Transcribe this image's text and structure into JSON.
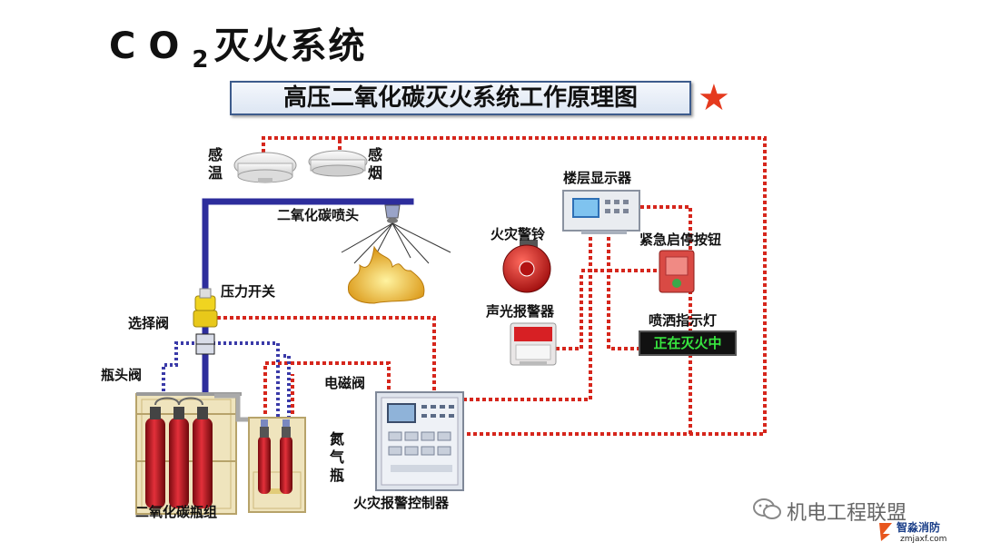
{
  "title": {
    "co": "CO",
    "sub": "2",
    "rest": "灭火系统"
  },
  "banner": "高压二氧化碳灭火系统工作原理图",
  "star": "★",
  "labels": {
    "heat": [
      "感",
      "温"
    ],
    "smoke": [
      "感",
      "烟"
    ],
    "nozzle": "二氧化碳喷头",
    "pressure_switch": "压力开关",
    "select_valve": "选择阀",
    "bottle_valve": "瓶头阀",
    "solenoid_valve": "电磁阀",
    "nitrogen": [
      "氮",
      "气",
      "瓶"
    ],
    "co2_bank": "二氧化碳瓶组",
    "controller": "火灾报警控制器",
    "floor_display": "楼层显示器",
    "bell": "火灾警铃",
    "estop": "紧急启停按钮",
    "strobe": "声光报警器",
    "spray_lamp": "喷洒指示灯"
  },
  "indicator_text": "正在灭火中",
  "watermark": {
    "wechat": "机电工程联盟",
    "brand": "智淼消防",
    "url": "zmjaxf.com"
  },
  "colors": {
    "pipe": "#2d2d9c",
    "wire": "#d6261c",
    "cylinder": "#c8141e",
    "rack": "#e6d9a8"
  }
}
